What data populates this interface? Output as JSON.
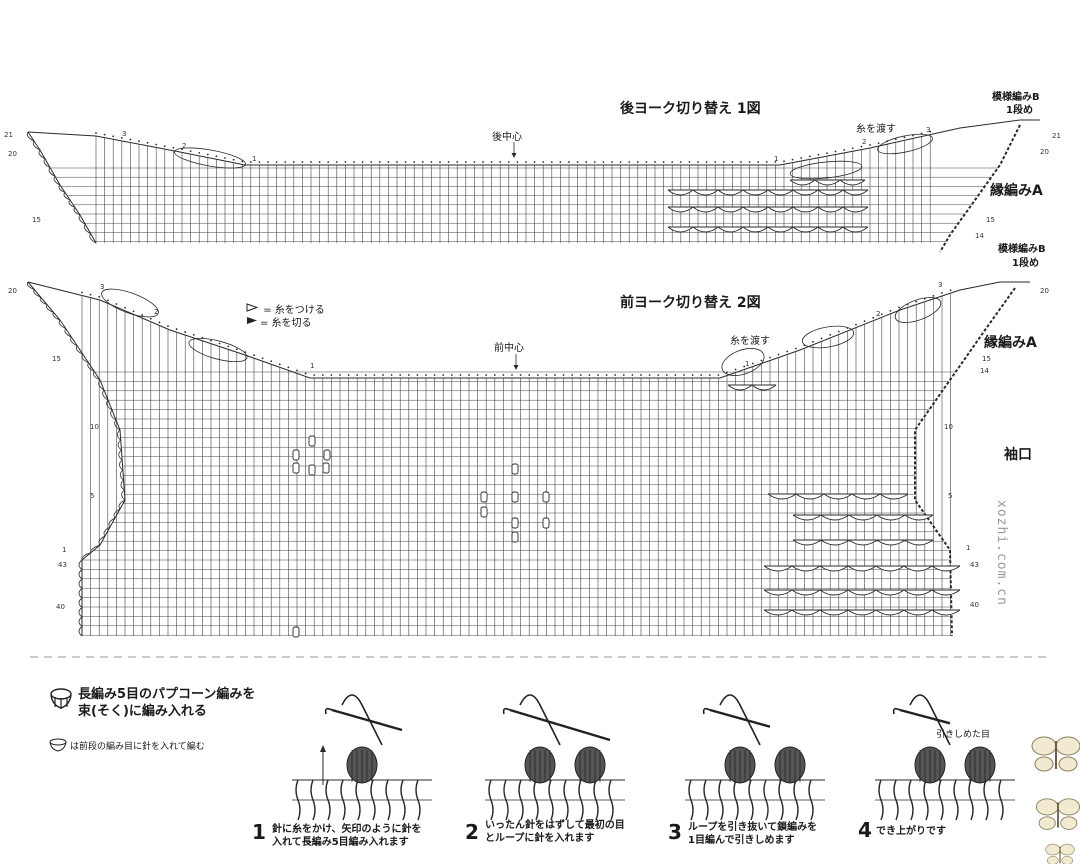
{
  "diagram1": {
    "title": "後ヨーク切り替え 1図",
    "center_label": "後中心",
    "pass_yarn": "糸を渡す",
    "pattern_b": "模様編みB",
    "pattern_b_row": "1段め",
    "edging": "縁編みA",
    "rows_left": [
      "21",
      "20",
      "15"
    ],
    "rows_right": [
      "21",
      "20",
      "15",
      "14"
    ],
    "marks_left": [
      "3",
      "2",
      "1"
    ],
    "marks_right": [
      "1",
      "2",
      "3"
    ]
  },
  "diagram2": {
    "title": "前ヨーク切り替え 2図",
    "center_label": "前中心",
    "pass_yarn": "糸を渡す",
    "pattern_b": "模様編みB",
    "pattern_b_row": "1段め",
    "edging": "縁編みA",
    "sleeve": "袖口",
    "legend_attach": "= 糸をつける",
    "legend_cut": "= 糸を切る",
    "rows_left": [
      "20",
      "15",
      "10",
      "5",
      "1",
      "43",
      "40"
    ],
    "rows_right": [
      "20",
      "15",
      "14",
      "10",
      "5",
      "1",
      "43",
      "40"
    ],
    "marks_left": [
      "3",
      "2",
      "1"
    ],
    "marks_right": [
      "3",
      "2",
      "1"
    ]
  },
  "legend": {
    "line1": "長編み5目のパプコーン編みを",
    "line2": "束(そく)に編み入れる",
    "note": "は前段の編み目に針を入れて編む"
  },
  "steps": [
    {
      "num": "1",
      "line1": "針に糸をかけ、矢印のように針を",
      "line2": "入れて長編み5目編み入れます"
    },
    {
      "num": "2",
      "line1": "いったん針をはずして最初の目",
      "line2": "とループに針を入れます"
    },
    {
      "num": "3",
      "line1": "ループを引き抜いて鎖編みを",
      "line2": "1目編んで引きしめます"
    },
    {
      "num": "4",
      "line1": "でき上がりです",
      "line2": ""
    }
  ],
  "step4_label": "引きしめた目",
  "watermark": "xozhi.com.cn",
  "colors": {
    "line": "#2a2a2a",
    "grid": "#444444",
    "dash": "#9a9a9a"
  }
}
